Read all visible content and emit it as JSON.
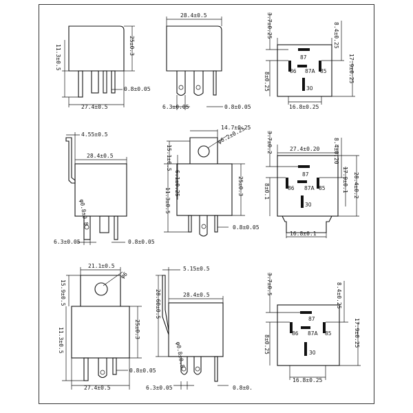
{
  "colors": {
    "line": "#111111",
    "frame": "#333333",
    "paper": "#ffffff"
  },
  "row1": {
    "v1": {
      "width": "27.4±0.5",
      "height": "25±0.3",
      "base": "11.3±0.5",
      "pin_thk": "0.8±0.05"
    },
    "v2": {
      "width": "28.4±0.5",
      "pin_w": "6.3±0.05",
      "pin_thk": "0.8±0.05"
    },
    "v3": {
      "top": "3.7±0.25",
      "right": "8.4±0.25",
      "left": "8±0.25",
      "right_lo": "17.9±0.25",
      "bottom": "16.8±0.25",
      "pins": {
        "p87": "87",
        "p87a": "87A",
        "p86": "86",
        "p85": "85",
        "p30": "30"
      }
    }
  },
  "row2": {
    "v1": {
      "offset": "4.55±0.5",
      "width": "28.4±0.5",
      "dia": "φ0.8±0.8",
      "pin_w": "6.3±0.05",
      "pin_thk": "0.8±0.05"
    },
    "v2": {
      "bracket_w": "14.7±0.25",
      "hole": "φ6.2±0.25",
      "flange": "15.1±0.5",
      "flange2": "6.1±0.25",
      "base": "11.3±0.5",
      "height": "25±0.3",
      "pin_thk": "0.8±0.05"
    },
    "v3": {
      "top": "3.7±0.2",
      "width": "27.4±0.20",
      "right_top": "8.4±0.20",
      "left": "8±0.1",
      "right_lo": "17.9±0.1",
      "right_tot": "28.4±0.2",
      "bottom": "16.8±0.1",
      "pins": {
        "p87": "87",
        "p87a": "87A",
        "p86": "86",
        "p85": "85",
        "p30": "30"
      }
    }
  },
  "row3": {
    "v1": {
      "bracket_w": "21.1±0.5",
      "hole": "φ6",
      "flange": "15.9±0.5",
      "base": "11.3±0.5",
      "height": "25±0.3",
      "pin_thk": "0.8±0.05",
      "width": "27.4±0.5"
    },
    "v2": {
      "offset": "5.15±0.5",
      "width": "28.4±0.5",
      "height": "28.60±0.5",
      "dia": "φ0.8±0.8",
      "pin_w": "6.3±0.05",
      "pin_thk": "0.8±0."
    },
    "v3": {
      "top": "3.7±0.5",
      "right": "8.4±0.25",
      "left": "8±0.25",
      "right_lo": "17.9±0.25",
      "bottom": "16.8±0.25",
      "pins": {
        "p87": "87",
        "p87a": "87A",
        "p86": "86",
        "p85": "85",
        "p30": "30"
      }
    }
  }
}
